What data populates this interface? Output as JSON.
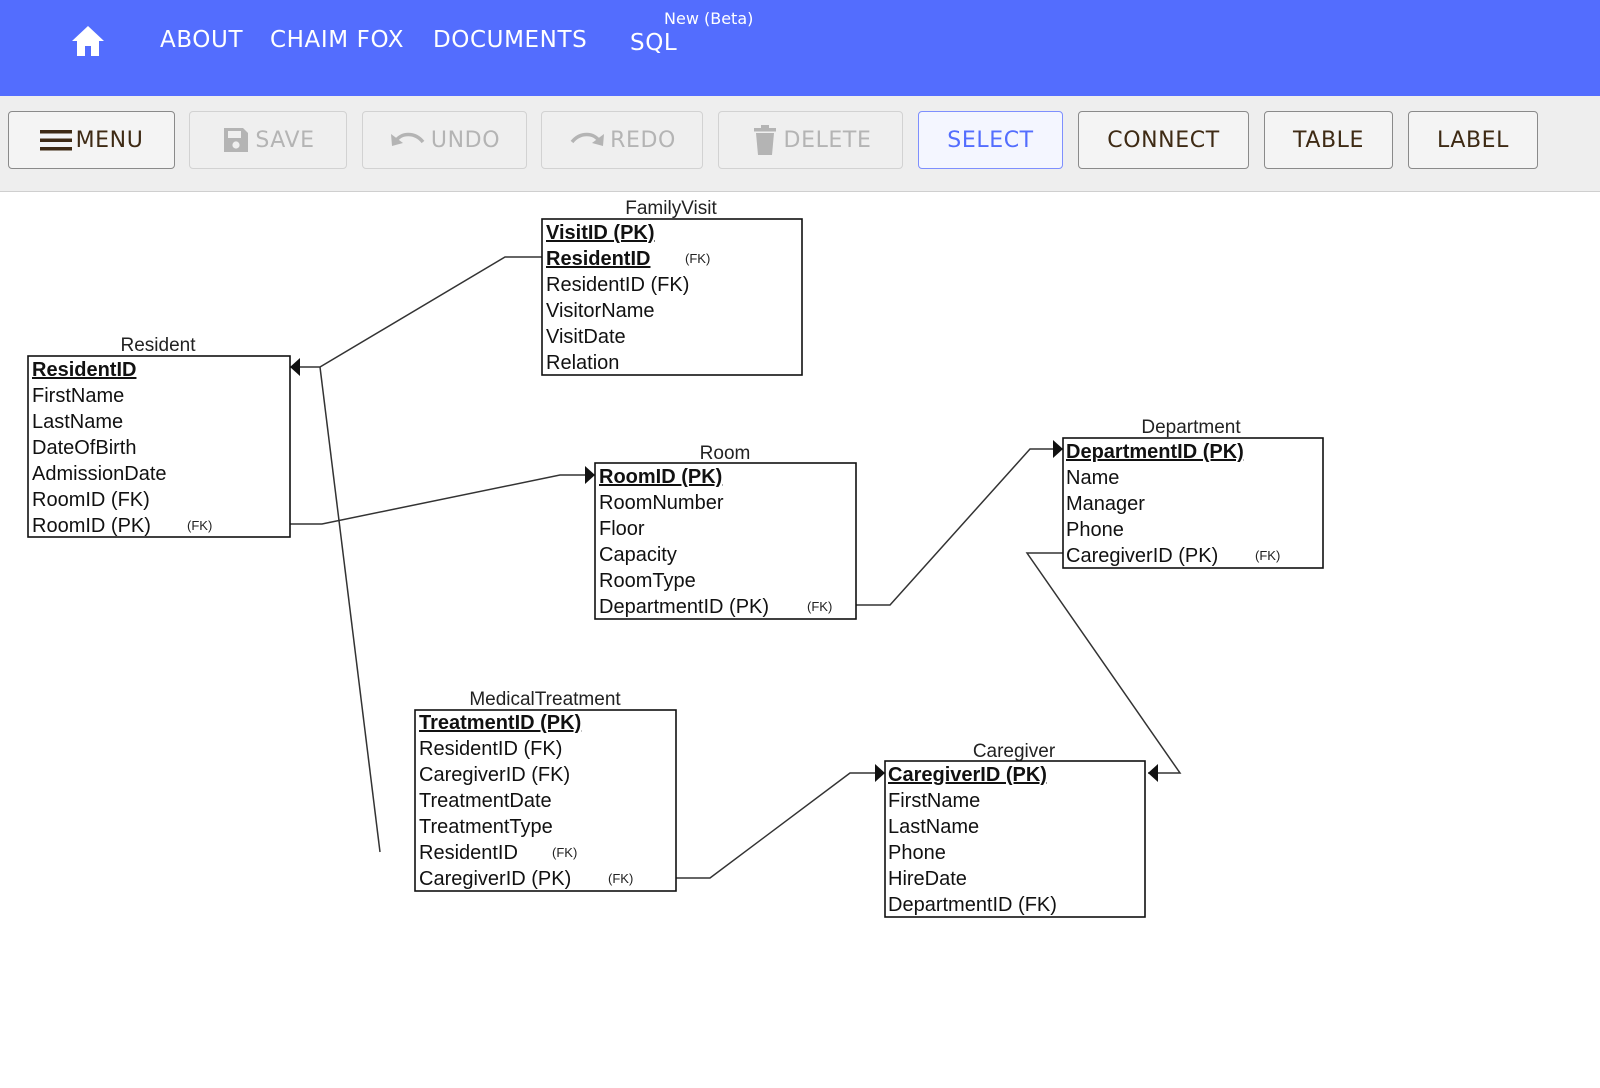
{
  "nav": {
    "home_icon": "home-icon",
    "links": [
      "ABOUT",
      "CHAIM FOX",
      "DOCUMENTS",
      "SQL"
    ],
    "sql_badge": "New (Beta)"
  },
  "toolbar": {
    "menu": "MENU",
    "save": "SAVE",
    "undo": "UNDO",
    "redo": "REDO",
    "delete": "DELETE",
    "select": "SELECT",
    "connect": "CONNECT",
    "table": "TABLE",
    "label": "LABEL"
  },
  "colors": {
    "nav_bg": "#536dfe",
    "active_tool": "#536dfe",
    "toolbar_bg": "#eeeeee",
    "button_text": "#3e2a14"
  },
  "tables": [
    {
      "name": "FamilyVisit",
      "fields": [
        {
          "text": "VisitID (PK)",
          "pk": true,
          "fk": ""
        },
        {
          "text": "ResidentID",
          "pk": true,
          "fk": "(FK)"
        },
        {
          "text": "ResidentID (FK)",
          "pk": false,
          "fk": ""
        },
        {
          "text": "VisitorName",
          "pk": false,
          "fk": ""
        },
        {
          "text": "VisitDate",
          "pk": false,
          "fk": ""
        },
        {
          "text": "Relation",
          "pk": false,
          "fk": ""
        }
      ]
    },
    {
      "name": "Resident",
      "fields": [
        {
          "text": "ResidentID",
          "pk": true,
          "fk": ""
        },
        {
          "text": "FirstName",
          "pk": false,
          "fk": ""
        },
        {
          "text": "LastName",
          "pk": false,
          "fk": ""
        },
        {
          "text": "DateOfBirth",
          "pk": false,
          "fk": ""
        },
        {
          "text": "AdmissionDate",
          "pk": false,
          "fk": ""
        },
        {
          "text": "RoomID (FK)",
          "pk": false,
          "fk": ""
        },
        {
          "text": "RoomID (PK)",
          "pk": false,
          "fk": "(FK)"
        }
      ]
    },
    {
      "name": "Room",
      "fields": [
        {
          "text": "RoomID (PK)",
          "pk": true,
          "fk": ""
        },
        {
          "text": "RoomNumber",
          "pk": false,
          "fk": ""
        },
        {
          "text": "Floor",
          "pk": false,
          "fk": ""
        },
        {
          "text": "Capacity",
          "pk": false,
          "fk": ""
        },
        {
          "text": "RoomType",
          "pk": false,
          "fk": ""
        },
        {
          "text": "DepartmentID (PK)",
          "pk": false,
          "fk": "(FK)"
        }
      ]
    },
    {
      "name": "Department",
      "fields": [
        {
          "text": "DepartmentID (PK)",
          "pk": true,
          "fk": ""
        },
        {
          "text": "Name",
          "pk": false,
          "fk": ""
        },
        {
          "text": "Manager",
          "pk": false,
          "fk": ""
        },
        {
          "text": "Phone",
          "pk": false,
          "fk": ""
        },
        {
          "text": "CaregiverID (PK)",
          "pk": false,
          "fk": "(FK)"
        }
      ]
    },
    {
      "name": "MedicalTreatment",
      "fields": [
        {
          "text": "TreatmentID (PK)",
          "pk": true,
          "fk": ""
        },
        {
          "text": "ResidentID (FK)",
          "pk": false,
          "fk": ""
        },
        {
          "text": "CaregiverID (FK)",
          "pk": false,
          "fk": ""
        },
        {
          "text": "TreatmentDate",
          "pk": false,
          "fk": ""
        },
        {
          "text": "TreatmentType",
          "pk": false,
          "fk": ""
        },
        {
          "text": "ResidentID",
          "pk": false,
          "fk": "(FK)"
        },
        {
          "text": "CaregiverID (PK)",
          "pk": false,
          "fk": "(FK)"
        }
      ]
    },
    {
      "name": "Caregiver",
      "fields": [
        {
          "text": "CaregiverID (PK)",
          "pk": true,
          "fk": ""
        },
        {
          "text": "FirstName",
          "pk": false,
          "fk": ""
        },
        {
          "text": "LastName",
          "pk": false,
          "fk": ""
        },
        {
          "text": "Phone",
          "pk": false,
          "fk": ""
        },
        {
          "text": "HireDate",
          "pk": false,
          "fk": ""
        },
        {
          "text": "DepartmentID (FK)",
          "pk": false,
          "fk": ""
        }
      ]
    }
  ]
}
